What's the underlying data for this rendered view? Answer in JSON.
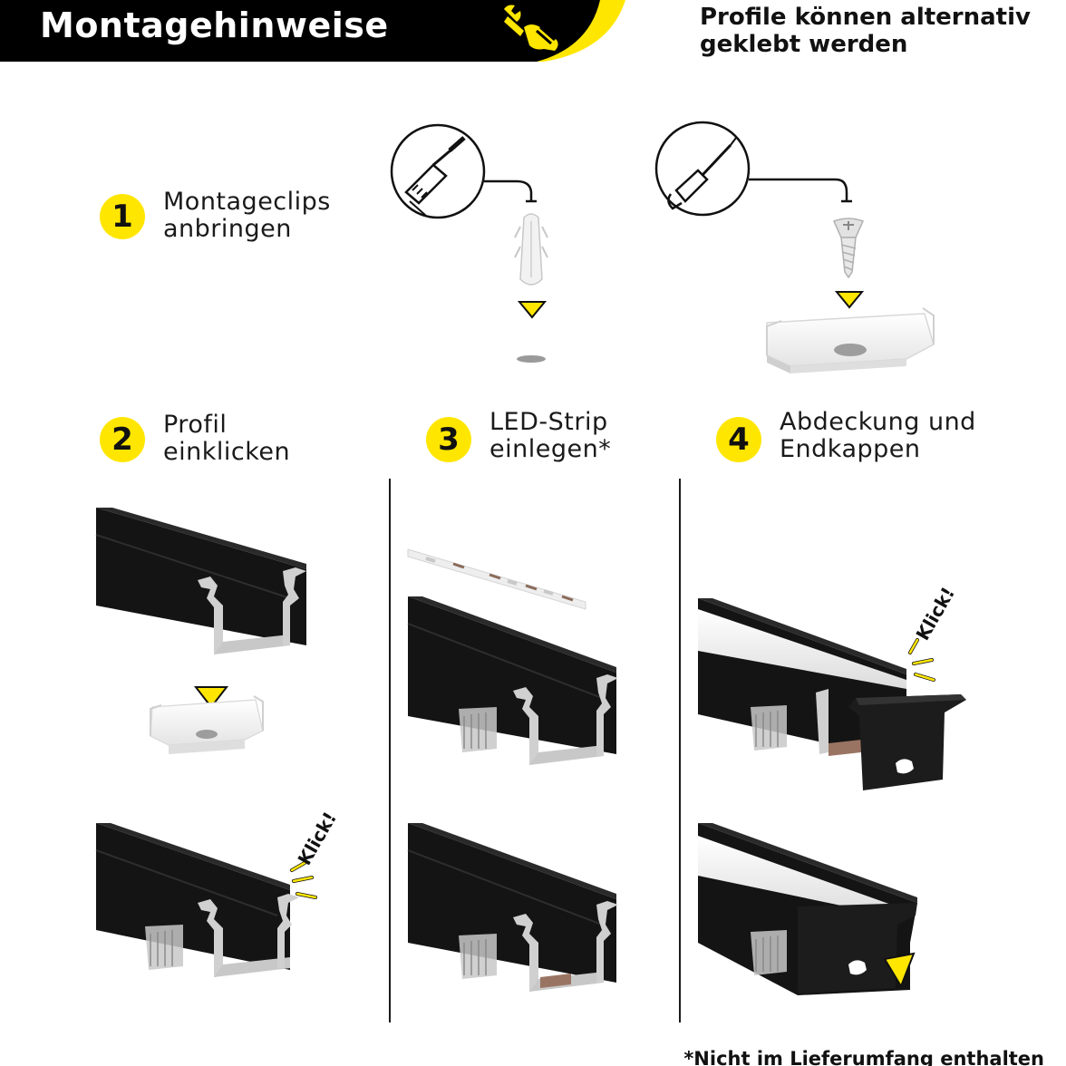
{
  "header": {
    "title": "Montagehinweise",
    "alternative_note_lines": [
      "Profile können alternativ",
      "geklebt werden"
    ],
    "tool_icon": "hand-wrench-icon"
  },
  "colors": {
    "accent": "#ffe600",
    "profile": "#141414",
    "aluminium": "#d9d9d9",
    "title_bar": "#000000"
  },
  "steps": [
    {
      "number": "1",
      "lines": [
        "Montageclips",
        "anbringen"
      ]
    },
    {
      "number": "2",
      "lines": [
        "Profil",
        "einklicken"
      ]
    },
    {
      "number": "3",
      "lines": [
        "LED-Strip",
        "einlegen*"
      ]
    },
    {
      "number": "4",
      "lines": [
        "Abdeckung und",
        "Endkappen"
      ]
    }
  ],
  "tools": [
    "drill-icon",
    "screwdriver-icon"
  ],
  "click_label": "Klick!",
  "footnote": "*Nicht im Lieferumfang enthalten"
}
